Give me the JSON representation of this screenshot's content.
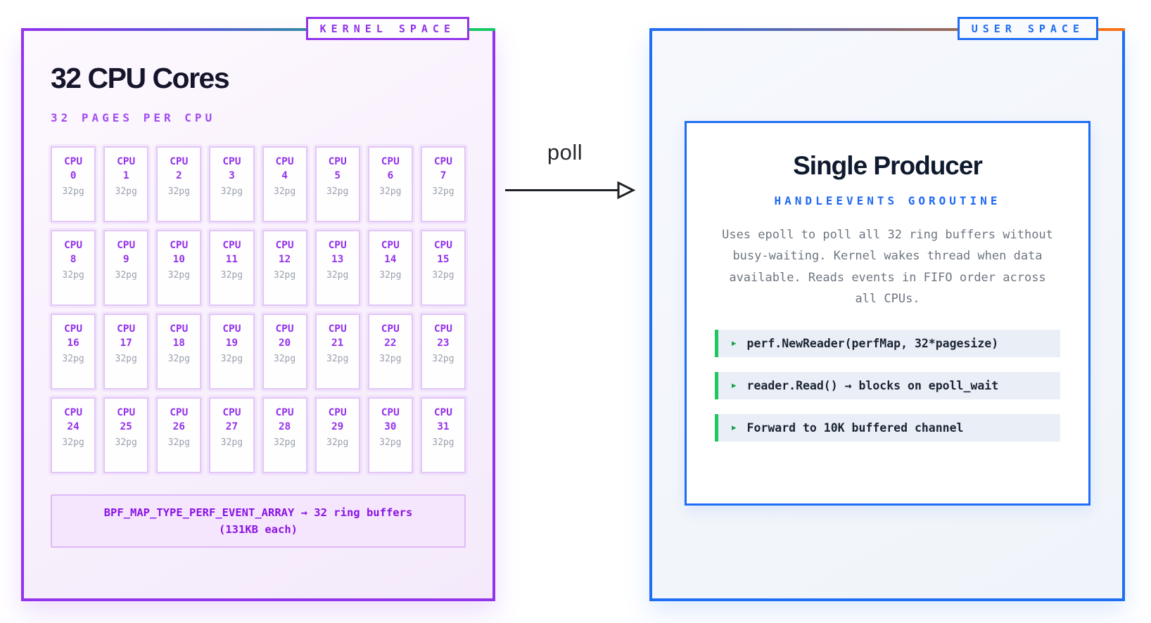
{
  "kernel_panel": {
    "badge": "KERNEL SPACE",
    "title": "32 CPU Cores",
    "subtitle": "32 PAGES PER CPU",
    "cpu_label": "CPU",
    "cpu_pages": "32pg",
    "cpu_numbers": [
      0,
      1,
      2,
      3,
      4,
      5,
      6,
      7,
      8,
      9,
      10,
      11,
      12,
      13,
      14,
      15,
      16,
      17,
      18,
      19,
      20,
      21,
      22,
      23,
      24,
      25,
      26,
      27,
      28,
      29,
      30,
      31
    ],
    "footer_line1": "BPF_MAP_TYPE_PERF_EVENT_ARRAY → 32 ring buffers",
    "footer_line2": "(131KB each)"
  },
  "arrow": {
    "label": "poll"
  },
  "user_panel": {
    "badge": "USER SPACE",
    "card": {
      "title": "Single Producer",
      "subtitle": "HANDLEEVENTS GOROUTINE",
      "description": "Uses epoll to poll all 32 ring buffers without busy-waiting. Kernel wakes thread when data available. Reads events in FIFO order across all CPUs.",
      "step_bullet": "▸",
      "steps": [
        "perf.NewReader(perfMap, 32*pagesize)",
        "reader.Read() → blocks on epoll_wait",
        "Forward to 10K buffered channel"
      ]
    }
  },
  "colors": {
    "kernel_accent": "#9333ea",
    "kernel_bg": "#f8f0fc",
    "kernel_gradient_end": "#17c964",
    "user_accent": "#1e6ef5",
    "user_gradient_end": "#f97316",
    "step_accent": "#22c55e",
    "title_text": "#15152b",
    "muted_text": "#6e7580",
    "pages_text": "#99a1ad",
    "arrow_color": "#1f2226"
  }
}
